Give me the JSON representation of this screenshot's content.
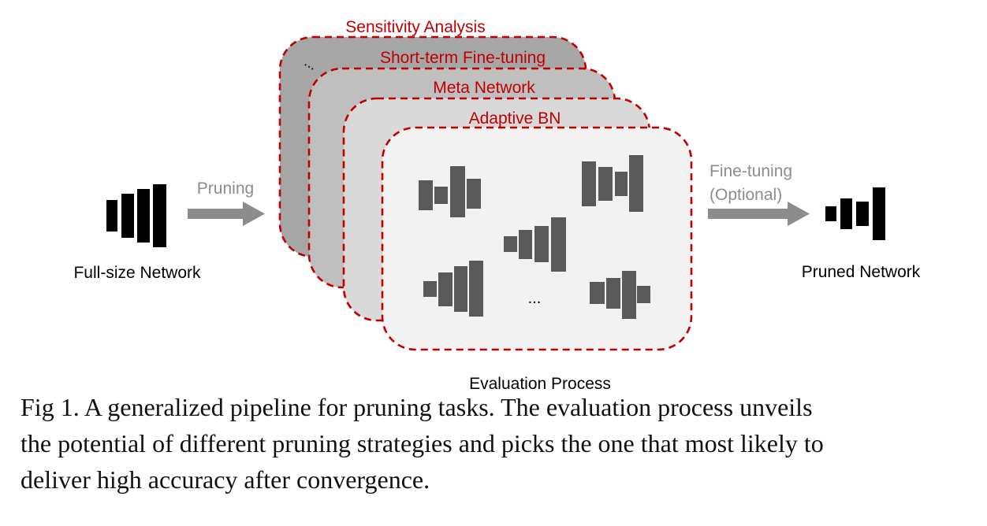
{
  "diagram": {
    "input_label": "Full-size Network",
    "pruning_label": "Pruning",
    "cards": [
      {
        "label": "Sensitivity Analysis"
      },
      {
        "label": "Short-term Fine-tuning"
      },
      {
        "label": "Meta Network"
      },
      {
        "label": "Adaptive BN"
      }
    ],
    "stack_ellipsis": "...",
    "inner_ellipsis": "...",
    "evaluation_label": "Evaluation Process",
    "finetune_label_line1": "Fine-tuning",
    "finetune_label_line2": "(Optional)",
    "output_label": "Pruned Network",
    "colors": {
      "accent": "#c00000",
      "arrow": "#8c8c8c",
      "network_dark": "#000000",
      "network_gray": "#595959"
    }
  },
  "caption": {
    "line1": "Fig 1. A generalized pipeline for pruning tasks. The evaluation process unveils",
    "line2": "the potential of different pruning strategies and picks the one that most likely to",
    "line3": "deliver high accuracy after convergence."
  }
}
